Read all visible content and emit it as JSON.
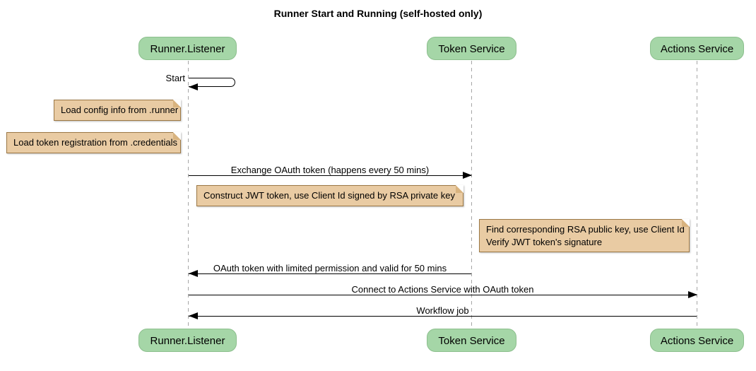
{
  "title": "Runner Start and Running (self-hosted only)",
  "participants": [
    {
      "name": "Runner.Listener"
    },
    {
      "name": "Token Service"
    },
    {
      "name": "Actions Service"
    }
  ],
  "messages": [
    {
      "label": "Start",
      "from": "Runner.Listener",
      "to": "Runner.Listener",
      "type": "self"
    },
    {
      "label": "Exchange OAuth token (happens every 50 mins)",
      "from": "Runner.Listener",
      "to": "Token Service",
      "type": "solid-arrow"
    },
    {
      "label": "OAuth token with limited permission and valid for 50 mins",
      "from": "Token Service",
      "to": "Runner.Listener",
      "type": "solid-arrow"
    },
    {
      "label": "Connect to Actions Service with OAuth token",
      "from": "Runner.Listener",
      "to": "Actions Service",
      "type": "solid-arrow"
    },
    {
      "label": "Workflow job",
      "from": "Actions Service",
      "to": "Runner.Listener",
      "type": "solid-arrow"
    }
  ],
  "notes": [
    {
      "lines": [
        "Load config info from .runner"
      ]
    },
    {
      "lines": [
        "Load token registration from .credentials"
      ]
    },
    {
      "lines": [
        "Construct JWT token, use Client Id signed by RSA private key"
      ]
    },
    {
      "lines": [
        "Find corresponding RSA public key, use Client Id",
        "Verify JWT token's signature"
      ]
    }
  ],
  "colors": {
    "participant_fill": "#A5D6A7",
    "participant_border": "#8CBF8D",
    "note_fill": "#E9CBA3",
    "note_border": "#9C7845",
    "note_fold": "#D8B37F",
    "lifeline": "#A6A6A6",
    "arrow": "#000000"
  }
}
